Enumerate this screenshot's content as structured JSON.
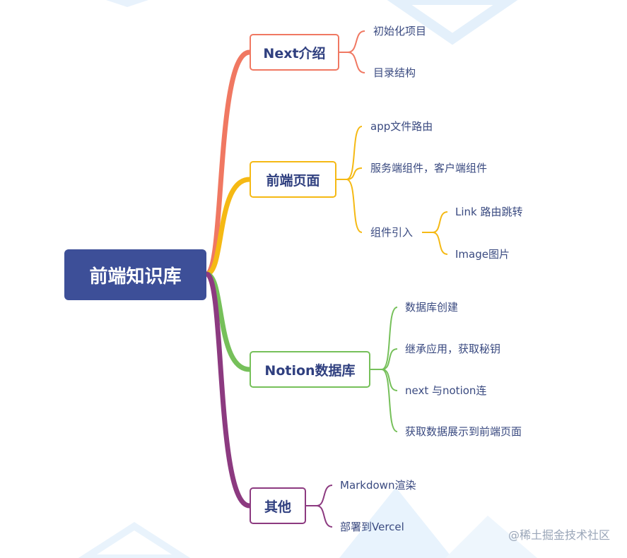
{
  "root": {
    "label": "前端知识库"
  },
  "branches": [
    {
      "label": "Next介绍",
      "color": "#f07862",
      "children": [
        "初始化项目",
        "目录结构"
      ]
    },
    {
      "label": "前端页面",
      "color": "#f5b914",
      "children": [
        "app文件路由",
        "服务端组件，客户端组件",
        {
          "label": "组件引入",
          "children": [
            "Link 路由跳转",
            "Image图片"
          ]
        }
      ]
    },
    {
      "label": "Notion数据库",
      "color": "#76c05a",
      "children": [
        "数据库创建",
        "继承应用，获取秘钥",
        "next 与notion连",
        "获取数据展示到前端页面"
      ]
    },
    {
      "label": "其他",
      "color": "#8c3a80",
      "children": [
        "Markdown渲染",
        "部署到Vercel"
      ]
    }
  ],
  "watermark": "@稀土掘金技术社区",
  "colors": {
    "root_bg": "#3d4f98",
    "text": "#3a4a80"
  }
}
